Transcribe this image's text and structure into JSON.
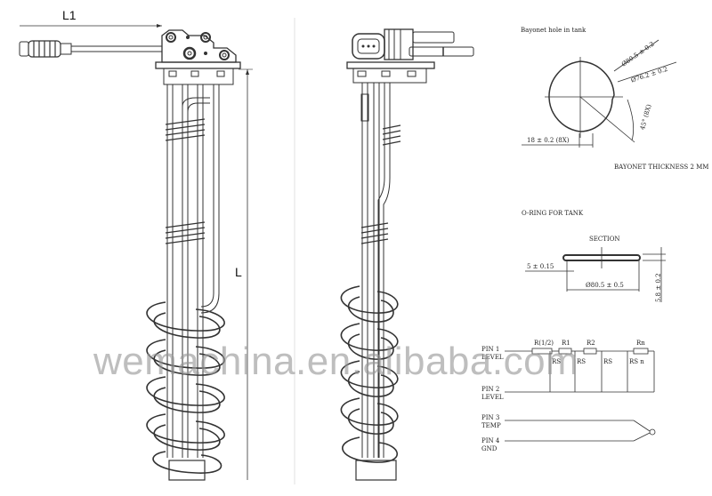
{
  "drawing": {
    "dimensions": {
      "L1": "L1",
      "L": "L"
    },
    "bayonet": {
      "title": "Bayonet hole in tank",
      "outer_dia": "Ø80.5 ± 0.2",
      "inner_dia": "Ø76.2 ± 0.2",
      "angle": "45° (8X)",
      "tab_width": "18 ± 0.2 (8X)",
      "thickness_note": "BAYONET THICKNESS 2 MM"
    },
    "oring": {
      "title": "O-RING FOR TANK",
      "section_label": "SECTION",
      "cross_section": "5 ± 0.15",
      "diameter": "Ø80.5 ± 0.5",
      "height": "5.8 ± 0.2"
    },
    "circuit": {
      "pin1": {
        "line1": "PIN 1",
        "line2": "LEVEL"
      },
      "pin2": {
        "line1": "PIN 2",
        "line2": "LEVEL"
      },
      "pin3": {
        "line1": "PIN 3",
        "line2": "TEMP"
      },
      "pin4": {
        "line1": "PIN 4",
        "line2": "GND"
      },
      "resistors": [
        "R(1/2)",
        "R1",
        "R2",
        "Rn"
      ],
      "sensors": [
        "RS",
        "RS",
        "RS",
        "RS n"
      ]
    }
  },
  "watermark": "wemachina.en.alibaba.com"
}
